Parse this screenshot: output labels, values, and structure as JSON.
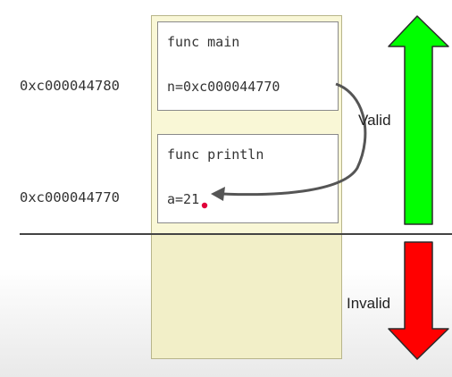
{
  "frames": {
    "main": {
      "title": "func main",
      "variable": "n=0xc000044770"
    },
    "println": {
      "title": "func println",
      "variable": "a=21"
    }
  },
  "addresses": {
    "main": "0xc000044780",
    "println": "0xc000044770"
  },
  "labels": {
    "valid": "Valid",
    "invalid": "Invalid"
  },
  "colors": {
    "valid_arrow": "#00ff00",
    "invalid_arrow": "#ff0000",
    "stack_fill": "#f9f7d6",
    "pointer_dot": "#e0003a"
  }
}
